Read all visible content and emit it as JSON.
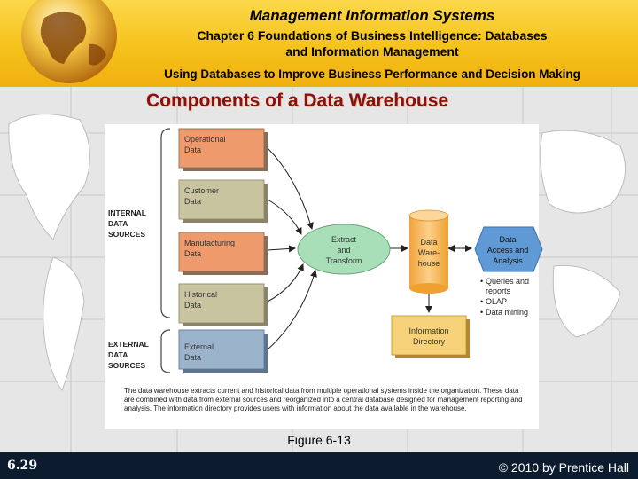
{
  "header": {
    "title": "Management Information Systems",
    "chapter_line1": "Chapter 6 Foundations of Business Intelligence: Databases",
    "chapter_line2": "and Information Management",
    "subtitle": "Using Databases to Improve Business Performance and Decision Making"
  },
  "slide_title": "Components of a Data Warehouse",
  "diagram": {
    "internal_label": [
      "INTERNAL",
      "DATA",
      "SOURCES"
    ],
    "external_label": [
      "EXTERNAL",
      "DATA",
      "SOURCES"
    ],
    "sources": [
      {
        "lines": [
          "Operational",
          "Data"
        ],
        "color": "#ef9a6c"
      },
      {
        "lines": [
          "Customer",
          "Data"
        ],
        "color": "#c9c4a0"
      },
      {
        "lines": [
          "Manufacturing",
          "Data"
        ],
        "color": "#ef9a6c"
      },
      {
        "lines": [
          "Historical",
          "Data"
        ],
        "color": "#c9c4a0"
      },
      {
        "lines": [
          "External",
          "Data"
        ],
        "color": "#9cb3cc"
      }
    ],
    "etl": [
      "Extract",
      "and",
      "Transform"
    ],
    "warehouse": [
      "Data",
      "Ware-",
      "house"
    ],
    "access": [
      "Data",
      "Access and",
      "Analysis"
    ],
    "tools": [
      "Queries and",
      "reports",
      "OLAP",
      "Data mining"
    ],
    "directory": [
      "Information",
      "Directory"
    ],
    "colors": {
      "etl": "#a9dfb8",
      "warehouse": "#f6b75c",
      "access": "#5f9ad6",
      "directory": "#f8d27a"
    }
  },
  "caption": "The data warehouse extracts current and historical data from multiple operational systems inside the organization. These data are combined with data from external sources and reorganized into a central database designed for management reporting and analysis. The information directory provides users with information about the data available in the warehouse.",
  "figure_label": "Figure 6-13",
  "footer": {
    "page": "6.29",
    "copyright": "© 2010 by Prentice Hall"
  }
}
